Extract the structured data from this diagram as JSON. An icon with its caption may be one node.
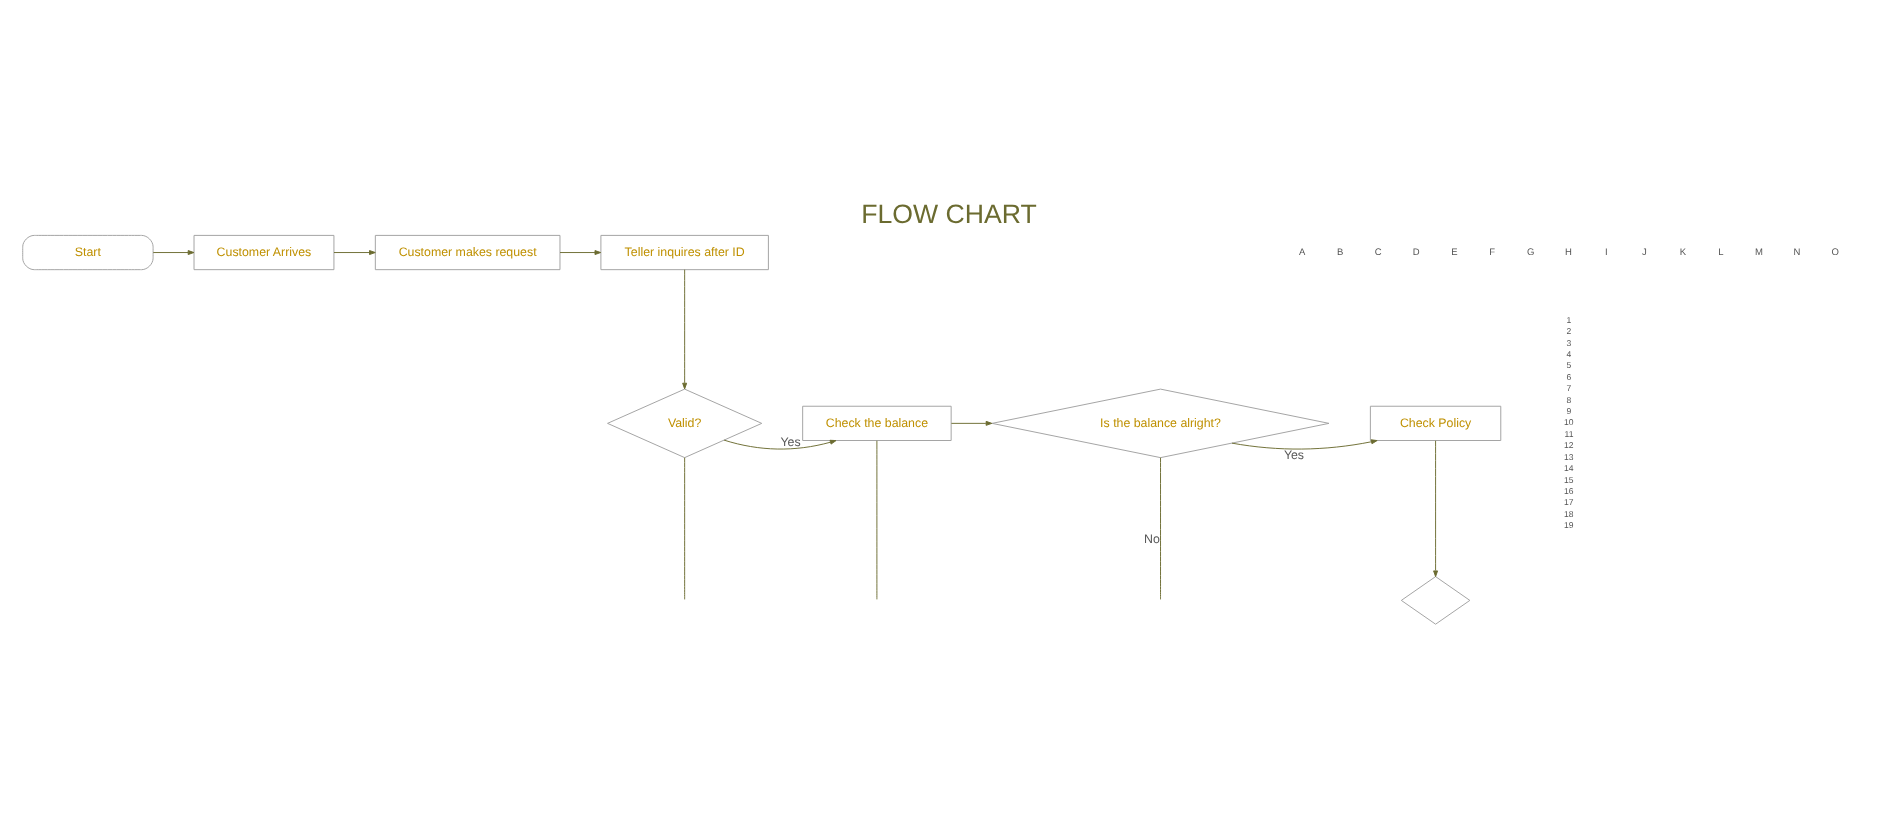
{
  "diagram": {
    "title": "FLOW CHART",
    "nodes": [
      {
        "text": [
          "Start"
        ]
      },
      {
        "text": [
          "Customer Arrives"
        ]
      },
      {
        "text": [
          "Customer makes request"
        ]
      },
      {
        "text": [
          "Teller inquires after ID"
        ]
      },
      {
        "text": [
          "Valid?"
        ]
      },
      {
        "text": [
          "Check the balance"
        ]
      },
      {
        "text": [
          "Is the balance alright?"
        ]
      },
      {
        "text": [
          "Check Policy"
        ]
      },
      {
        "text": [],
        "shape": "diamond"
      }
    ],
    "edges": [
      {
        "from": 0,
        "to": 1,
        "arrow": "to"
      },
      {
        "from": 1,
        "to": 2,
        "arrow": "to"
      },
      {
        "from": 2,
        "to": 3,
        "arrow": "to"
      },
      {
        "from": 3,
        "to": 4,
        "arrow": "to"
      },
      {
        "from": 4,
        "to": 5,
        "arrow": "to",
        "label": "Yes"
      },
      {
        "from": 5,
        "to": 6,
        "arrow": "to"
      },
      {
        "from": 6,
        "to": 7,
        "arrow": "to",
        "label": "Yes"
      },
      {
        "from": 7,
        "to": 8,
        "arrow": "to"
      },
      {
        "from": 6,
        "to": null,
        "arrow": "none",
        "label": "No"
      },
      {
        "from": 4,
        "to": null,
        "arrow": "none"
      },
      {
        "from": 5,
        "to": null,
        "arrow": "none"
      }
    ],
    "labels": [
      "A",
      "B",
      "C",
      "D",
      "E",
      "F",
      "G",
      "H",
      "I",
      "J",
      "K",
      "L",
      "M",
      "N",
      "O",
      "1",
      "2",
      "3",
      "4",
      "5",
      "6",
      "7",
      "8",
      "9",
      "10",
      "11",
      "12",
      "13",
      "14",
      "15",
      "16",
      "17",
      "18",
      "19"
    ]
  }
}
